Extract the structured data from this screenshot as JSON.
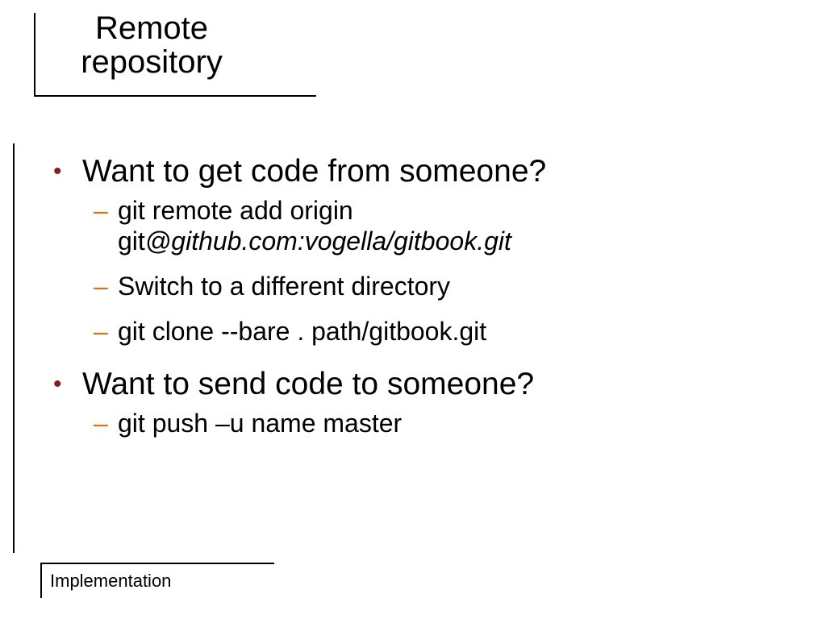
{
  "slide": {
    "title_line1": "Remote",
    "title_line2": "repository",
    "footer": "Implementation"
  },
  "bullets": [
    {
      "text": "Want to get code from someone?",
      "sub": [
        {
          "line1": "git remote add origin",
          "line2_prefix": "git",
          "line2_italic": "@github.com:vogella/gitbook.git"
        },
        {
          "text": "Switch to a different directory"
        },
        {
          "text": "git clone --bare . path/gitbook.git"
        }
      ]
    },
    {
      "text": "Want to send code to someone?",
      "sub": [
        {
          "text": "git push –u name master"
        }
      ]
    }
  ],
  "markers": {
    "level1": "•",
    "level2": "–"
  },
  "colors": {
    "level1_marker": "#8b1a1a",
    "level2_marker": "#e46c0a",
    "text": "#000000",
    "background": "#ffffff"
  }
}
